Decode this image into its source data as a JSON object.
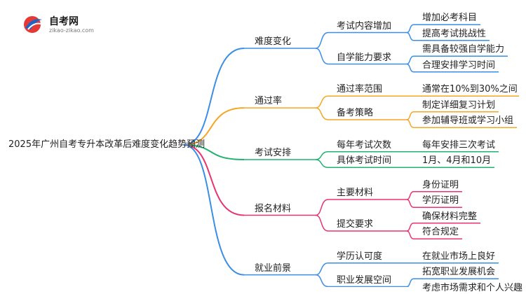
{
  "logo": {
    "title": "自考网",
    "subtitle": "zikao-zikao.com"
  },
  "root": "2025年广州自考专升本改革后难度变化趋势预测",
  "branches": [
    {
      "label": "难度变化",
      "color": "#3a8ee6",
      "children": [
        {
          "label": "考试内容增加",
          "children": [
            "增加必考科目",
            "提高考试挑战性"
          ]
        },
        {
          "label": "自学能力要求",
          "children": [
            "需具备较强自学能力",
            "合理安排学习时间"
          ]
        }
      ]
    },
    {
      "label": "通过率",
      "color": "#f5a623",
      "children": [
        {
          "label": "通过率范围",
          "children": [
            "通常在10%到30%之间"
          ]
        },
        {
          "label": "备考策略",
          "children": [
            "制定详细复习计划",
            "参加辅导班或学习小组"
          ]
        }
      ]
    },
    {
      "label": "考试安排",
      "color": "#21b26f",
      "children": [
        {
          "label": "每年考试次数",
          "children": [
            "每年安排三次考试"
          ]
        },
        {
          "label": "具体考试时间",
          "children": [
            "1月、4月和10月"
          ]
        }
      ]
    },
    {
      "label": "报名材料",
      "color": "#e8336d",
      "children": [
        {
          "label": "主要材料",
          "children": [
            "身份证明",
            "学历证明"
          ]
        },
        {
          "label": "提交要求",
          "children": [
            "确保材料完整",
            "符合规定"
          ]
        }
      ]
    },
    {
      "label": "就业前景",
      "color": "#3a8ee6",
      "children": [
        {
          "label": "学历认可度",
          "children": [
            "在就业市场上良好"
          ]
        },
        {
          "label": "职业发展空间",
          "children": [
            "拓宽职业发展机会",
            "考虑市场需求和个人兴趣"
          ]
        }
      ]
    }
  ]
}
